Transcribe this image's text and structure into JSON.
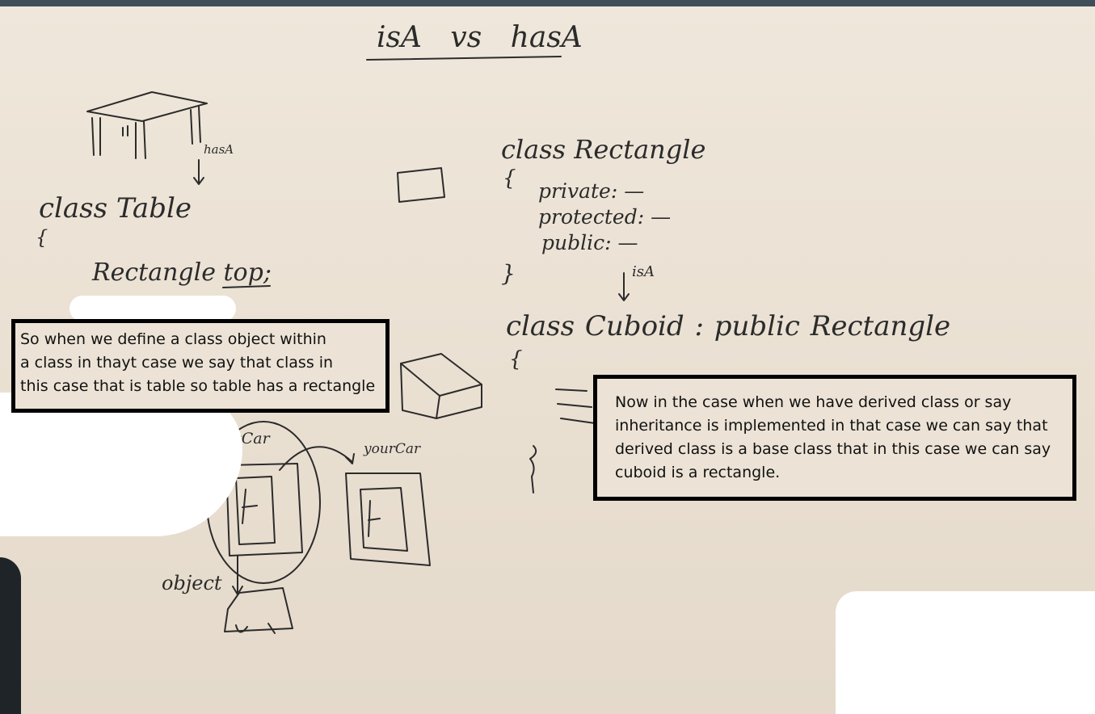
{
  "board": {
    "title": "isA vs hasA",
    "left_diagram": {
      "arrow_label": "hasA",
      "class_decl": "class Table",
      "brace_open": "{",
      "member": "Rectangle top;",
      "object_left": "myCar",
      "object_right": "yourCar",
      "object_label": "object"
    },
    "right_diagram": {
      "class_decl": "class Rectangle",
      "brace_open": "{",
      "members": [
        "private: —",
        "protected: —",
        "public: —"
      ],
      "brace_close": "}",
      "arrow_label": "isA",
      "derived_decl": "class Cuboid : public Rectangle",
      "derived_brace_open": "{",
      "derived_brace_close": "}"
    }
  },
  "captions": {
    "hasA_note": [
      "So when we define a class object within",
      "a class in thayt case we say that class in",
      "this case that is table so table has a rectangle"
    ],
    "isA_note": [
      "Now in the case when we have derived class or say",
      "inheritance is implemented in that case we can say that",
      "derived class is a base class that in this case we can say",
      "cuboid is a rectangle."
    ]
  },
  "colors": {
    "ink": "#2b2b2b",
    "board": "#ece3d6",
    "top_bar": "#3f4e59",
    "caption_border": "#000000"
  }
}
